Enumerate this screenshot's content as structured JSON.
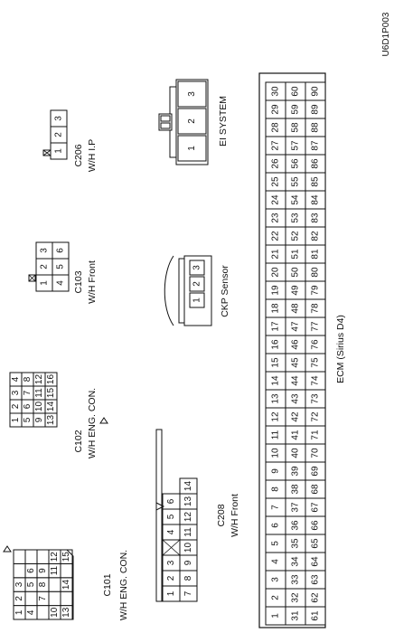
{
  "figure_code": "U6D1P003",
  "connectors": {
    "c101": {
      "code": "C101",
      "name": "W/H ENG. CON.",
      "rows": [
        [
          "1",
          "2",
          "3",
          "",
          ""
        ],
        [
          "4",
          "",
          "5",
          "6",
          ""
        ],
        [
          "",
          "7",
          "8",
          "9",
          ""
        ],
        [
          "10",
          "",
          "",
          "11",
          "12"
        ],
        [
          "13",
          "",
          "14",
          "",
          "15"
        ]
      ]
    },
    "c102": {
      "code": "C102",
      "name": "W/H ENG. CON.",
      "rows": [
        [
          "1",
          "2",
          "3",
          "4"
        ],
        [
          "5",
          "6",
          "7",
          "8"
        ],
        [
          "9",
          "10",
          "11",
          "12"
        ],
        [
          "13",
          "14",
          "15",
          "16"
        ]
      ]
    },
    "c103": {
      "code": "C103",
      "name": "W/H Front",
      "rows": [
        [
          "1",
          "2",
          "3"
        ],
        [
          "4",
          "5",
          "6"
        ]
      ]
    },
    "c206": {
      "code": "C206",
      "name": "W/H I.P",
      "rows": [
        [
          "1",
          "2",
          "3"
        ]
      ]
    },
    "c208": {
      "code": "C208",
      "name": "W/H Front",
      "rows": [
        [
          "1",
          "2",
          "3",
          "",
          "4",
          "5",
          "6"
        ],
        [
          "7",
          "8",
          "9",
          "10",
          "11",
          "12",
          "13",
          "14"
        ]
      ]
    },
    "ckp": {
      "name": "CKP Sensor",
      "pins": [
        "1",
        "2",
        "3"
      ]
    },
    "ei": {
      "name": "EI SYSTEM",
      "pins": [
        "1",
        "2",
        "3"
      ]
    },
    "ecm": {
      "name": "ECM (Sirius D4)",
      "rows": [
        [
          "1",
          "2",
          "3",
          "4",
          "5",
          "6",
          "7",
          "8",
          "9",
          "10",
          "11",
          "12",
          "13",
          "14",
          "15",
          "16",
          "17",
          "18",
          "19",
          "20",
          "21",
          "22",
          "23",
          "24",
          "25",
          "26",
          "27",
          "28",
          "29",
          "30"
        ],
        [
          "31",
          "32",
          "33",
          "34",
          "35",
          "36",
          "37",
          "38",
          "39",
          "40",
          "41",
          "42",
          "43",
          "44",
          "45",
          "46",
          "47",
          "48",
          "49",
          "50",
          "51",
          "52",
          "53",
          "54",
          "55",
          "56",
          "57",
          "58",
          "59",
          "60"
        ],
        [
          "61",
          "62",
          "63",
          "64",
          "65",
          "66",
          "67",
          "68",
          "69",
          "70",
          "71",
          "72",
          "73",
          "74",
          "75",
          "76",
          "77",
          "78",
          "79",
          "80",
          "81",
          "82",
          "83",
          "84",
          "85",
          "86",
          "87",
          "88",
          "89",
          "90"
        ]
      ]
    }
  }
}
